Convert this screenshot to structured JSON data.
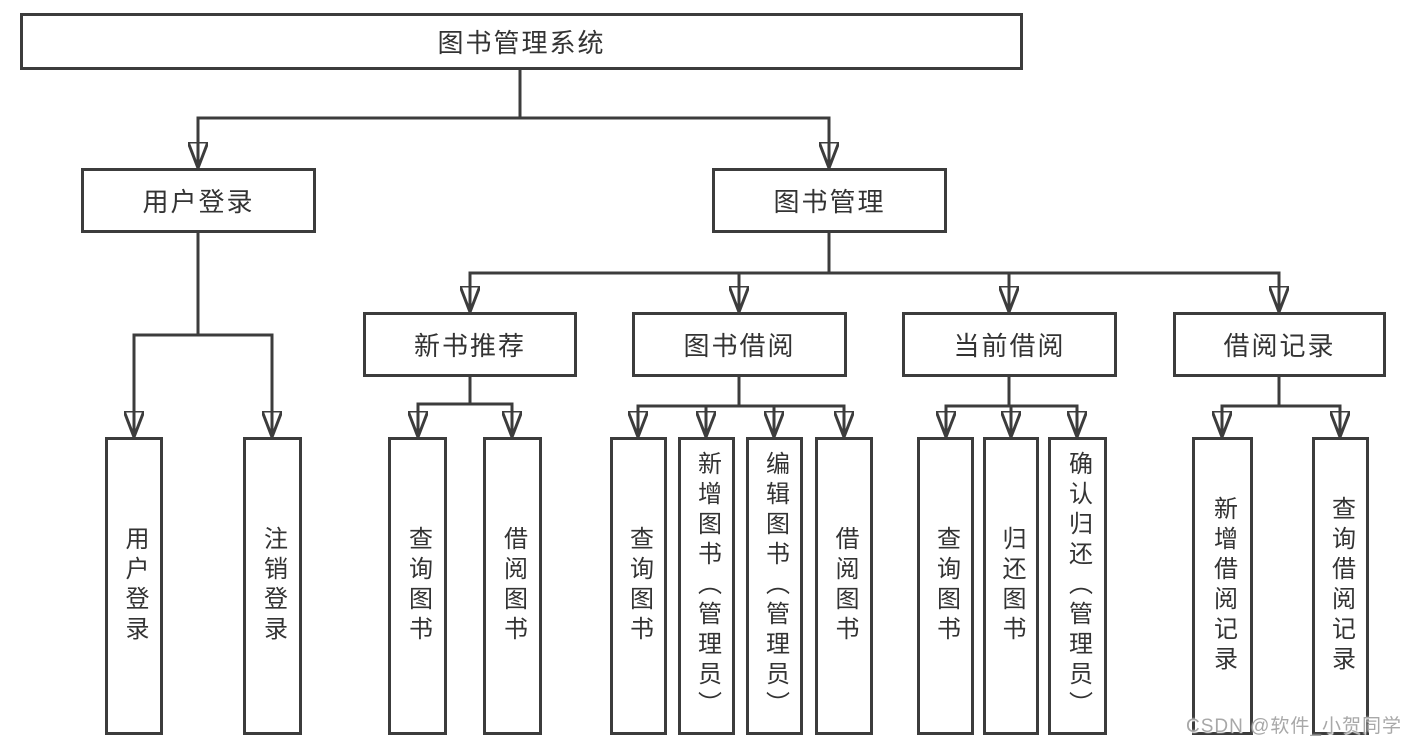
{
  "colors": {
    "line": "#3c3c3c",
    "text": "#333333",
    "box_background": "#ffffff",
    "page_background": "#ffffff",
    "watermark": "#a8a8a8"
  },
  "diagram": {
    "root": {
      "label": "图书管理系统"
    },
    "level2": [
      {
        "label": "用户登录"
      },
      {
        "label": "图书管理"
      }
    ],
    "level3": [
      {
        "label": "新书推荐",
        "parent": "图书管理"
      },
      {
        "label": "图书借阅",
        "parent": "图书管理"
      },
      {
        "label": "当前借阅",
        "parent": "图书管理"
      },
      {
        "label": "借阅记录",
        "parent": "图书管理"
      }
    ],
    "leaves": [
      {
        "label": "用户登录",
        "parent": "用户登录"
      },
      {
        "label": "注销登录",
        "parent": "用户登录"
      },
      {
        "label": "查询图书",
        "parent": "新书推荐"
      },
      {
        "label": "借阅图书",
        "parent": "新书推荐"
      },
      {
        "label": "查询图书",
        "parent": "图书借阅"
      },
      {
        "label": "新增图书（管理员）",
        "parent": "图书借阅"
      },
      {
        "label": "编辑图书（管理员）",
        "parent": "图书借阅"
      },
      {
        "label": "借阅图书",
        "parent": "图书借阅"
      },
      {
        "label": "查询图书",
        "parent": "当前借阅"
      },
      {
        "label": "归还图书",
        "parent": "当前借阅"
      },
      {
        "label": "确认归还（管理员）",
        "parent": "当前借阅"
      },
      {
        "label": "新增借阅记录",
        "parent": "借阅记录"
      },
      {
        "label": "查询借阅记录",
        "parent": "借阅记录"
      }
    ]
  },
  "watermark": {
    "text": "CSDN @软件_小贺同学"
  }
}
